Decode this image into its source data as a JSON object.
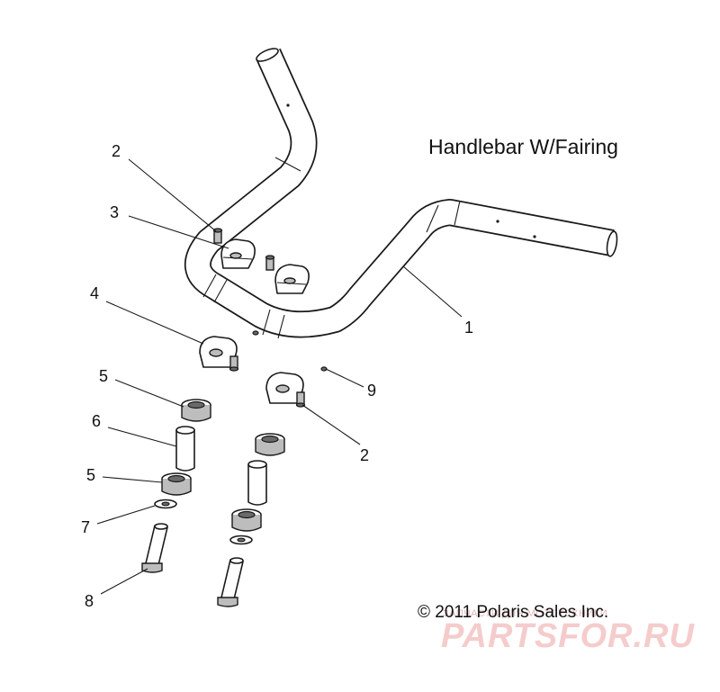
{
  "title": "Handlebar W/Fairing",
  "copyright": "© 2011 Polaris Sales Inc.",
  "watermark": {
    "tagline": "ЗАПЧАСТИ ДЛЯ МОТОТЕХНИКИ",
    "logo": "PARTSFOR.RU",
    "color": "#f4c4c4"
  },
  "callouts": [
    "2",
    "3",
    "4",
    "5",
    "6",
    "5",
    "7",
    "8",
    "1",
    "9",
    "2"
  ]
}
